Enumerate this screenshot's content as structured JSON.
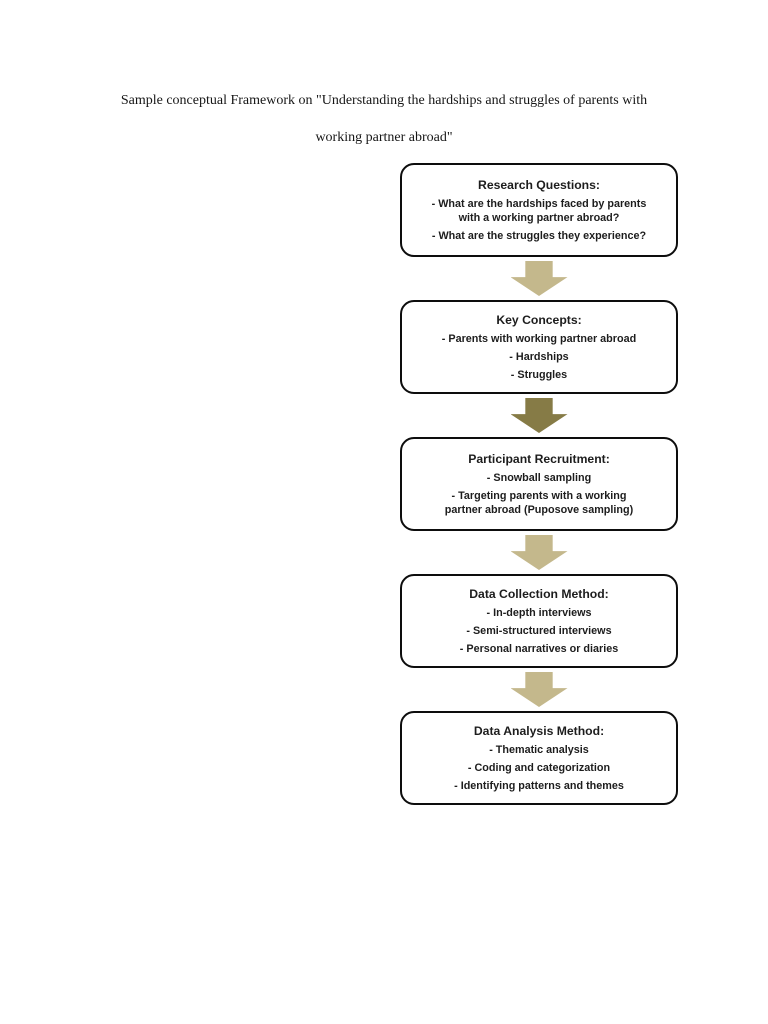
{
  "title": {
    "line1": "Sample conceptual Framework on \"Understanding the hardships and struggles of parents with",
    "line2": "working partner abroad\""
  },
  "colors": {
    "arrow_light": "#c4b88c",
    "arrow_dark": "#867b46",
    "box_border": "#0d0d0d",
    "text": "#1d1d1d",
    "page_background": "#ffffff"
  },
  "flowchart": {
    "boxes": [
      {
        "id": "research-questions",
        "heading": "Research Questions:",
        "items": [
          "- What are the hardships faced by parents\nwith a working partner abroad?",
          "- What are the struggles they experience?"
        ]
      },
      {
        "id": "key-concepts",
        "heading": "Key Concepts:",
        "items": [
          "- Parents with working partner abroad",
          "-  Hardships",
          "- Struggles"
        ]
      },
      {
        "id": "participant-recruitment",
        "heading": "Participant Recruitment:",
        "items": [
          "- Snowball sampling",
          "- Targeting parents with a working\npartner abroad (Puposove sampling)"
        ]
      },
      {
        "id": "data-collection-method",
        "heading": "Data Collection Method:",
        "items": [
          "- In-depth interviews",
          "- Semi-structured interviews",
          "- Personal narratives or diaries"
        ]
      },
      {
        "id": "data-analysis-method",
        "heading": "Data Analysis Method:",
        "items": [
          "- Thematic analysis",
          "- Coding and categorization",
          "- Identifying patterns and themes"
        ]
      }
    ],
    "arrows": [
      {
        "style": "light"
      },
      {
        "style": "dark"
      },
      {
        "style": "light"
      },
      {
        "style": "light"
      }
    ]
  }
}
